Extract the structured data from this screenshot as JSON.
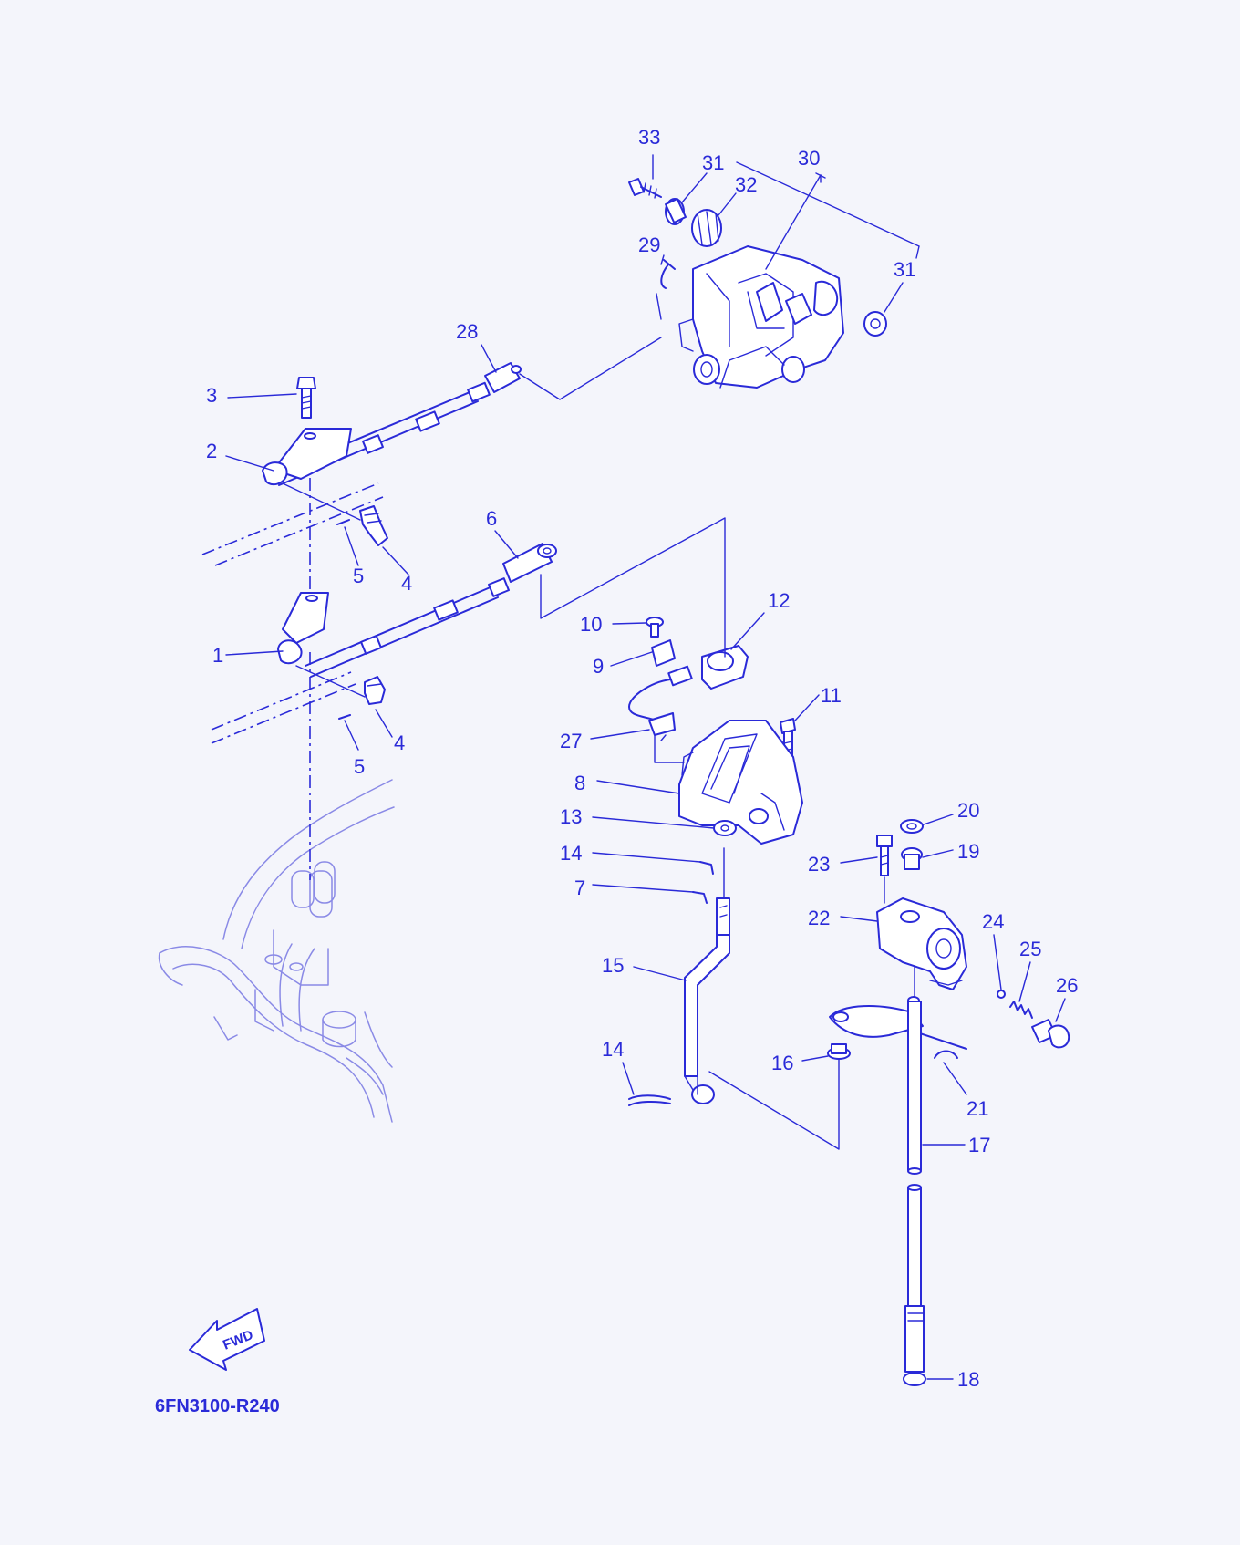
{
  "diagram_code": "6FN3100-R240",
  "fwd_label": "FWD",
  "colors": {
    "ink": "#2a2ad8",
    "ghost": "#8a8ae6",
    "paper": "#f4f5fb"
  },
  "callouts": {
    "p1": "1",
    "p2": "2",
    "p3": "3",
    "p4a": "4",
    "p4b": "4",
    "p5a": "5",
    "p5b": "5",
    "p6": "6",
    "p7": "7",
    "p8": "8",
    "p9": "9",
    "p10": "10",
    "p11": "11",
    "p12": "12",
    "p13": "13",
    "p14a": "14",
    "p14b": "14",
    "p15": "15",
    "p16": "16",
    "p17": "17",
    "p18": "18",
    "p19": "19",
    "p20": "20",
    "p21": "21",
    "p22": "22",
    "p23": "23",
    "p24": "24",
    "p25": "25",
    "p26": "26",
    "p27": "27",
    "p28": "28",
    "p29": "29",
    "p30": "30",
    "p31a": "31",
    "p31b": "31",
    "p32": "32",
    "p33": "33"
  }
}
